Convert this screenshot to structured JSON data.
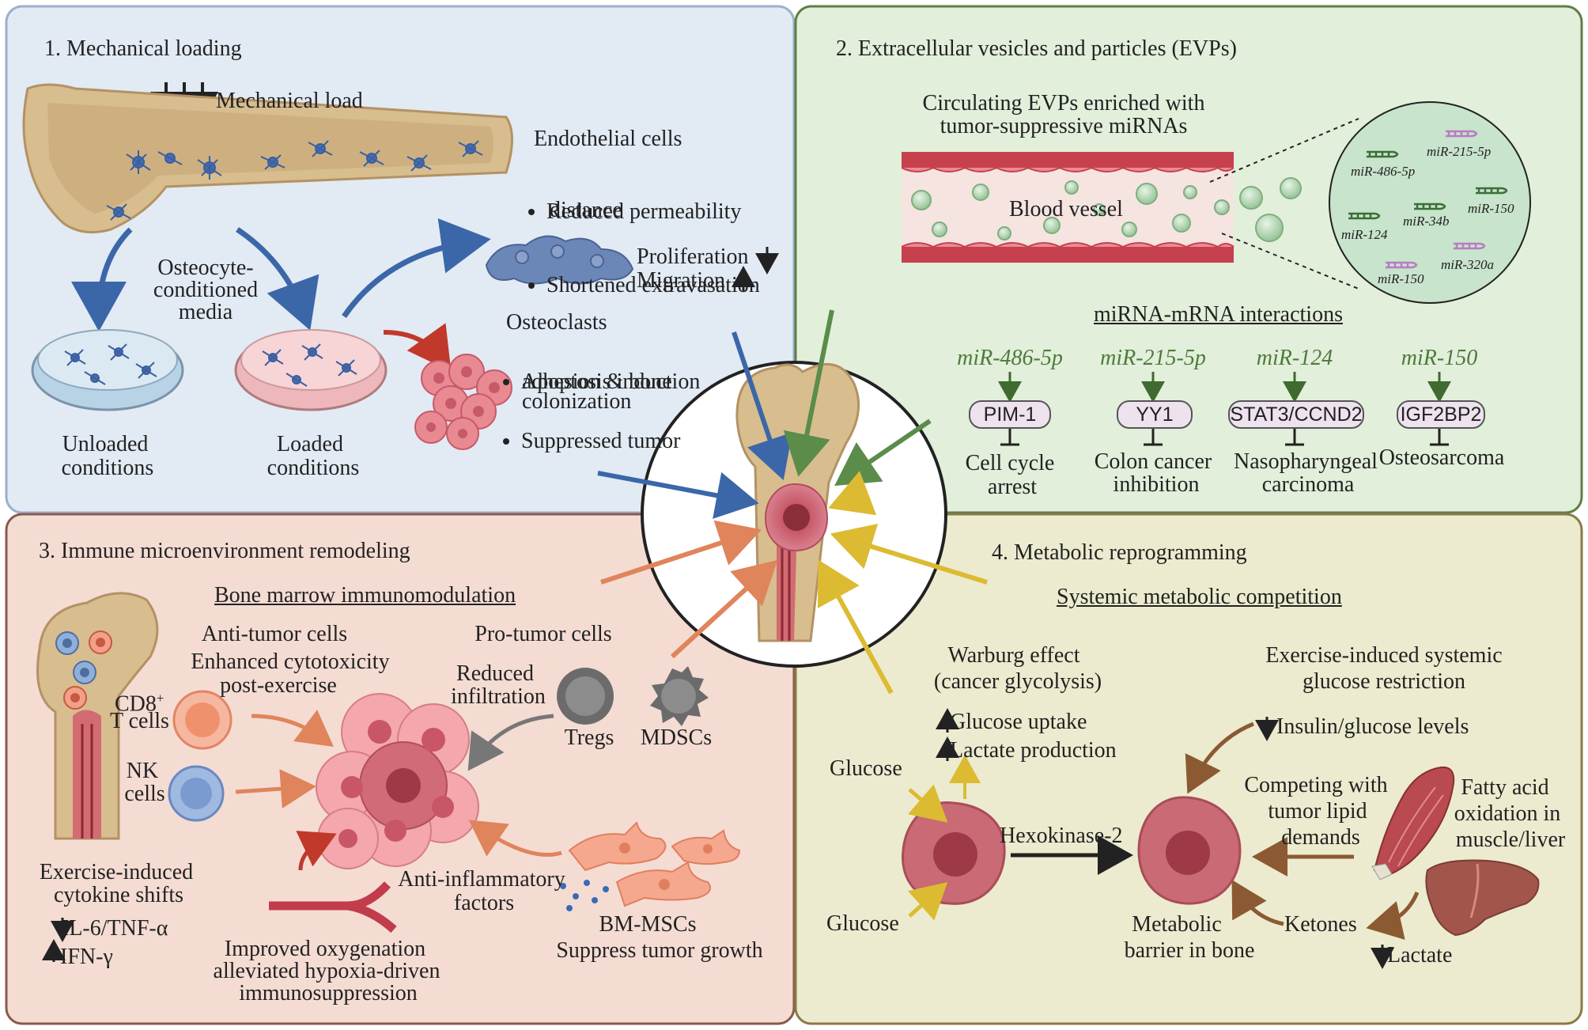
{
  "panel1": {
    "title": "1. Mechanical loading",
    "mechanical_load": "Mechanical load",
    "media": [
      "Osteocyte-",
      "conditioned",
      "media"
    ],
    "unloaded": [
      "Unloaded",
      "conditions"
    ],
    "loaded": [
      "Loaded",
      "conditions"
    ],
    "endothelial": {
      "title": "Endothelial cells",
      "items": [
        "Reduced permeability",
        "Shortened extravasation",
        "distance"
      ]
    },
    "proliferation": "Proliferation",
    "migration": "Migration",
    "osteoclasts": {
      "title": "Osteoclasts",
      "items": [
        "Apoptosis induction",
        "Suppressed tumor",
        "adhesion & bone",
        "colonization"
      ]
    }
  },
  "panel2": {
    "title": "2. Extracellular vesicles and particles (EVPs)",
    "circulating": [
      "Circulating EVPs enriched with",
      "tumor-suppressive miRNAs"
    ],
    "blood_vessel": "Blood vessel",
    "zoom_mirnas": [
      "miR-486-5p",
      "miR-215-5p",
      "miR-34b",
      "miR-150",
      "miR-124",
      "miR-150",
      "miR-320a"
    ],
    "interactions_title": "miRNA-mRNA interactions",
    "pathways": [
      {
        "mirna": "miR-486-5p",
        "target": "PIM-1",
        "outcome": [
          "Cell cycle",
          "arrest"
        ]
      },
      {
        "mirna": "miR-215-5p",
        "target": "YY1",
        "outcome": [
          "Colon cancer",
          "inhibition"
        ]
      },
      {
        "mirna": "miR-124",
        "target": "STAT3/CCND2",
        "outcome": [
          "Nasopharyngeal",
          "carcinoma"
        ]
      },
      {
        "mirna": "miR-150",
        "target": "IGF2BP2",
        "outcome": [
          "Osteosarcoma"
        ]
      }
    ]
  },
  "panel3": {
    "title": "3. Immune microenvironment remodeling",
    "subtitle": "Bone marrow immunomodulation",
    "anti_tumor": "Anti-tumor cells",
    "cytotoxicity": [
      "Enhanced cytotoxicity",
      "post-exercise"
    ],
    "pro_tumor": "Pro-tumor cells",
    "reduced_infiltration": [
      "Reduced",
      "infiltration"
    ],
    "cd8": "CD8",
    "cd8_sup": "+",
    "tcells": "T cells",
    "nk": [
      "NK",
      "cells"
    ],
    "tregs": "Tregs",
    "mdscs": "MDSCs",
    "cytokine": [
      "Exercise-induced",
      "cytokine shifts"
    ],
    "il6": "IL-6/TNF-α",
    "ifn": "IFN-γ",
    "oxygenation": [
      "Improved oxygenation",
      "alleviated hypoxia-driven",
      "immunosuppression"
    ],
    "anti_inflammatory": [
      "Anti-inflammatory",
      "factors"
    ],
    "bmmsc": [
      "BM-MSCs",
      "Suppress tumor growth"
    ]
  },
  "panel4": {
    "title": "4. Metabolic reprogramming",
    "subtitle": "Systemic metabolic competition",
    "warburg": [
      "Warburg effect",
      "(cancer glycolysis)"
    ],
    "glucose_uptake": "Glucose uptake",
    "lactate_production": "Lactate production",
    "exercise_restriction": [
      "Exercise-induced systemic",
      "glucose restriction"
    ],
    "insulin": "Insulin/glucose levels",
    "glucose_top": "Glucose",
    "glucose_bottom": "Glucose",
    "hexokinase": "Hexokinase-2",
    "competing": [
      "Competing with",
      "tumor lipid",
      "demands"
    ],
    "fatty_acid": [
      "Fatty acid",
      "oxidation in",
      "muscle/liver"
    ],
    "ketones": "Ketones",
    "lactate": "Lactate",
    "barrier": [
      "Metabolic",
      "barrier in bone"
    ]
  },
  "colors": {
    "panel1_bg": "#e2eaf4",
    "panel2_bg": "#e2efda",
    "panel3_bg": "#f4dcd3",
    "panel4_bg": "#ecebcf",
    "arrow_blue": "#3b67a9",
    "arrow_green": "#5b8c4a",
    "arrow_orange": "#e0845b",
    "arrow_yellow": "#dcbb32",
    "arrow_brown": "#8b5a33"
  }
}
